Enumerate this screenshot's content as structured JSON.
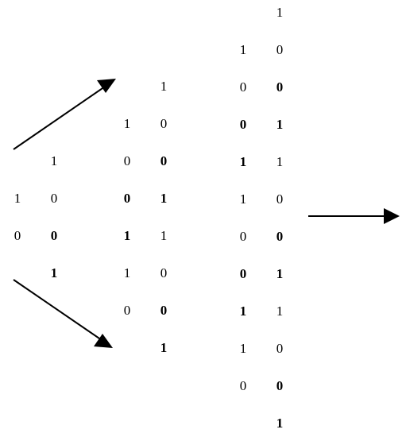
{
  "diagram": {
    "stage_1": {
      "col_1": [
        "1",
        "0"
      ],
      "col_2": [
        "1",
        "0",
        "0",
        "1"
      ]
    },
    "stage_2": {
      "col_1": [
        "1",
        "0",
        "0",
        "1",
        "1",
        "0"
      ],
      "col_2": [
        "1",
        "0",
        "0",
        "1",
        "1",
        "0",
        "0",
        "1"
      ]
    },
    "stage_3": {
      "col_1": [
        "1",
        "0",
        "0",
        "1",
        "1",
        "0",
        "0",
        "1",
        "1",
        "0"
      ],
      "col_2": [
        "1",
        "0",
        "0",
        "1",
        "1",
        "0",
        "0",
        "1",
        "1",
        "0",
        "0",
        "1"
      ]
    }
  }
}
